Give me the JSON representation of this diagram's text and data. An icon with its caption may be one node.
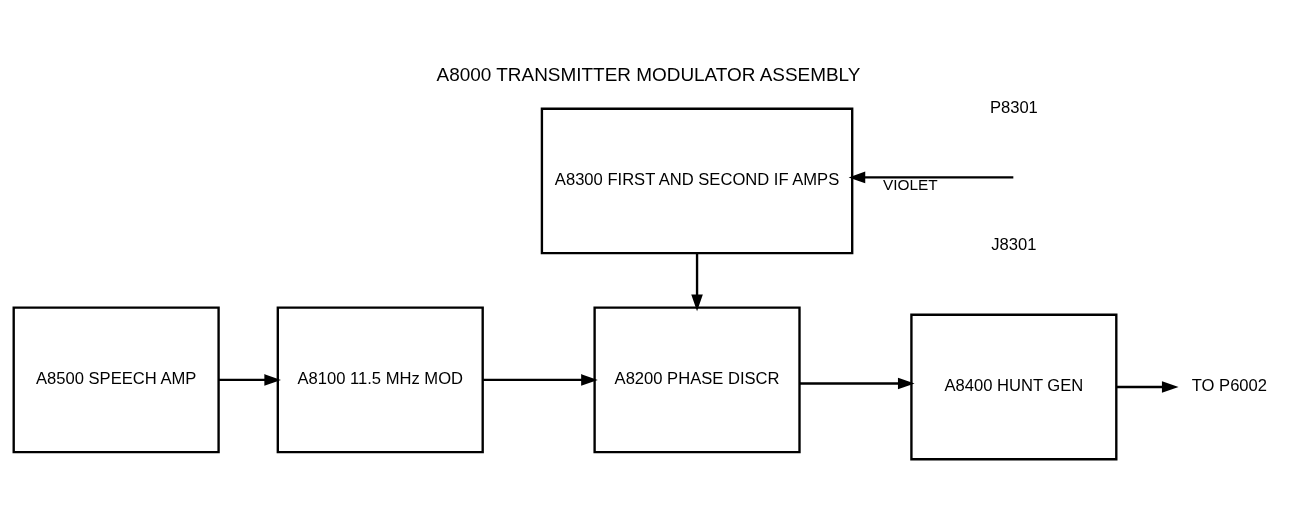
{
  "diagram": {
    "title": "A8000 TRANSMITTER MODULATOR ASSEMBLY",
    "nodes": [
      {
        "text": [
          "A8500 SPEECH AMP"
        ]
      },
      {
        "text": [
          "A8100 11.5 MHz MOD"
        ]
      },
      {
        "text": [
          "A8200 PHASE DISCR"
        ]
      },
      {
        "text": [
          "A8400 HUNT GEN"
        ]
      },
      {
        "text": [
          "A8300 FIRST AND SECOND IF AMPS"
        ]
      },
      {
        "text": [
          "TO P6002"
        ]
      }
    ],
    "edges": [
      {
        "from": 0,
        "to": 1,
        "arrow": "to"
      },
      {
        "from": 1,
        "to": 2,
        "arrow": "to"
      },
      {
        "from": 2,
        "to": 3,
        "arrow": "to"
      },
      {
        "from": 4,
        "to": 2,
        "arrow": "to"
      },
      {
        "from": 3,
        "to": 5,
        "arrow": "to"
      },
      {
        "from": null,
        "to": 4,
        "arrow": "to",
        "label": "VIOLET"
      }
    ],
    "labels": [
      "J8301",
      "P8301"
    ]
  }
}
